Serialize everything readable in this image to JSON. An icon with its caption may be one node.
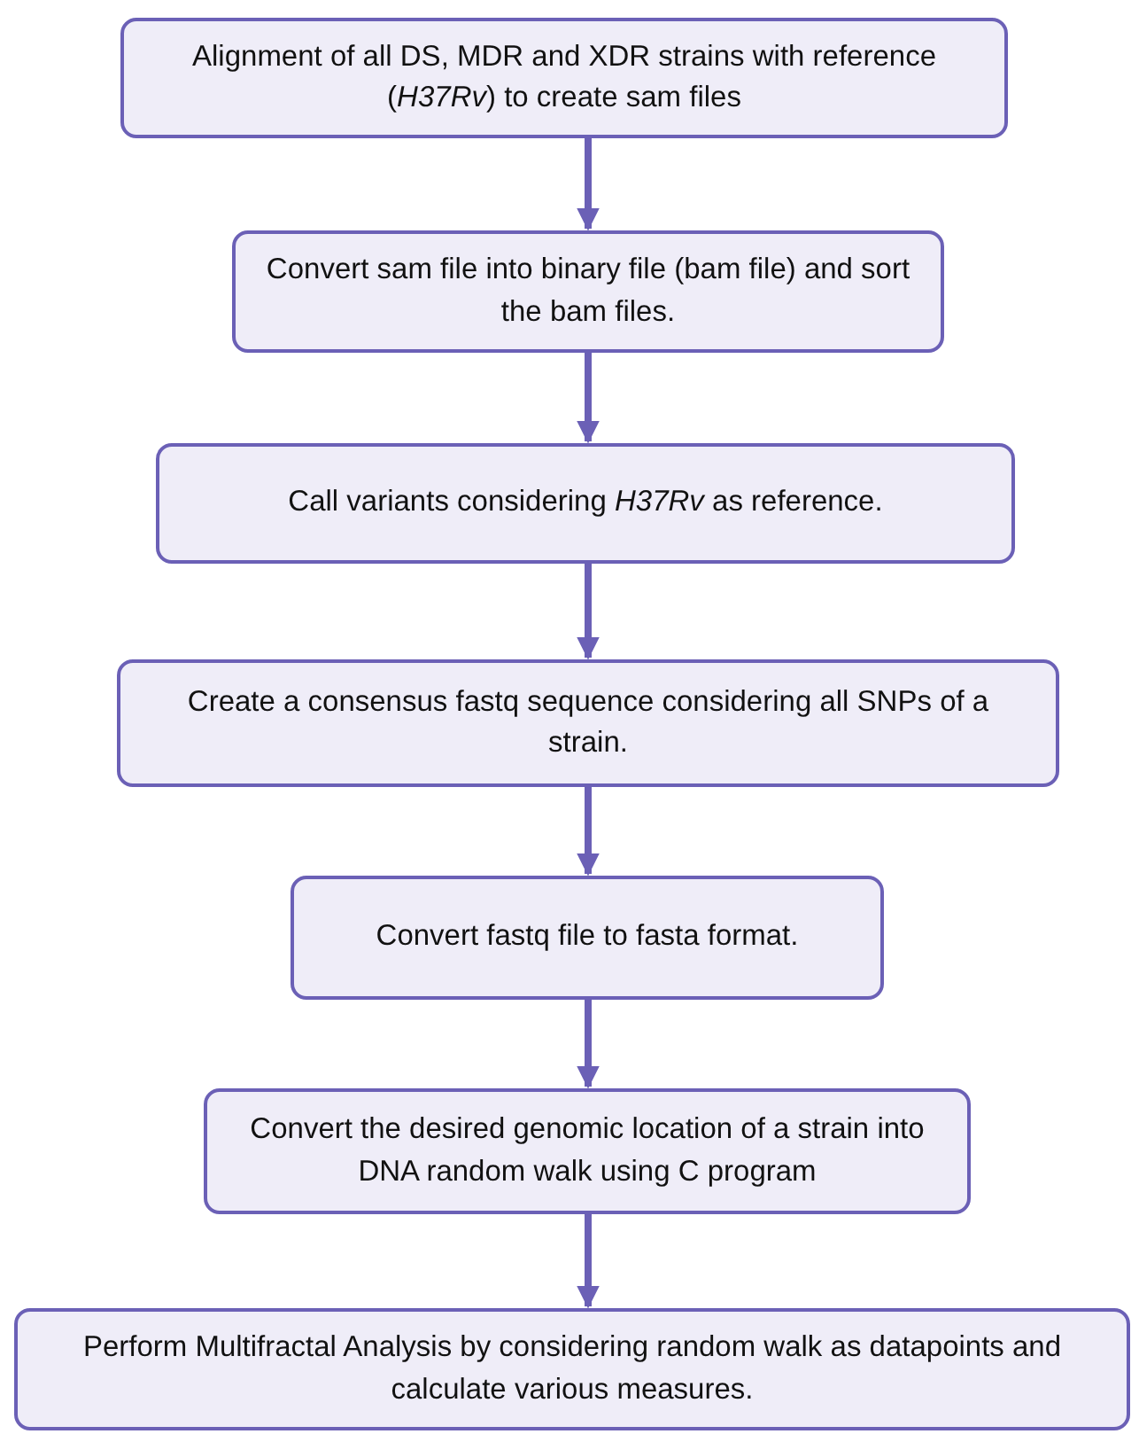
{
  "diagram": {
    "nodes": [
      {
        "text": [
          "Alignment of all DS, MDR and XDR strains with reference (*H37Rv*) to create sam files"
        ]
      },
      {
        "text": [
          "Convert sam file into binary file (bam file) and sort the bam files."
        ]
      },
      {
        "text": [
          "Call variants considering *H37Rv* as reference."
        ]
      },
      {
        "text": [
          "Create a consensus fastq sequence considering all SNPs of a strain."
        ]
      },
      {
        "text": [
          "Convert fastq file to fasta format."
        ]
      },
      {
        "text": [
          "Convert the desired genomic location of a strain into DNA random walk using C program"
        ]
      },
      {
        "text": [
          "Perform Multifractal Analysis by considering random walk as datapoints and calculate various measures."
        ]
      }
    ],
    "edges": [
      {
        "from": 0,
        "to": 1,
        "arrow": "to"
      },
      {
        "from": 1,
        "to": 2,
        "arrow": "to"
      },
      {
        "from": 2,
        "to": 3,
        "arrow": "to"
      },
      {
        "from": 3,
        "to": 4,
        "arrow": "to"
      },
      {
        "from": 4,
        "to": 5,
        "arrow": "to"
      },
      {
        "from": 5,
        "to": 6,
        "arrow": "to"
      }
    ]
  }
}
